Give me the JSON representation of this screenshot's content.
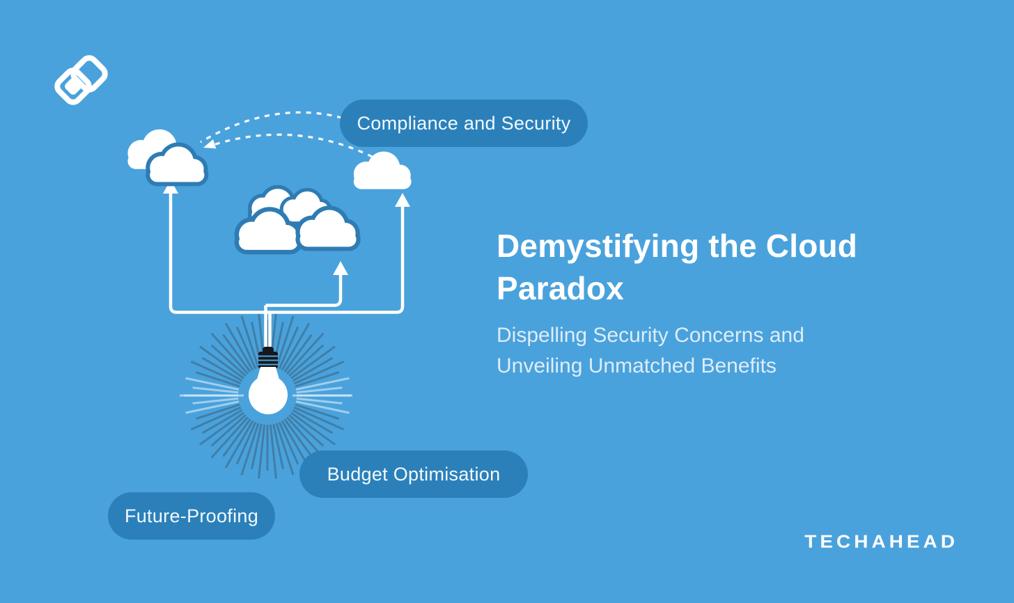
{
  "colors": {
    "background": "#4aa2dc",
    "badge": "#2b80ba",
    "cloud_outline": "#2e7cb3",
    "ray": "#35596f",
    "title_text": "#ffffff",
    "subtitle_text": "#ddedf9",
    "badge_text": "#f2fafd"
  },
  "badges": [
    {
      "id": "compliance",
      "label": "Compliance and Security"
    },
    {
      "id": "budget",
      "label": "Budget Optimisation"
    },
    {
      "id": "future",
      "label": "Future-Proofing"
    }
  ],
  "title": {
    "line1": "Demystifying the Cloud",
    "line2": "Paradox"
  },
  "subtitle": {
    "line1": "Dispelling Security Concerns and",
    "line2": "Unveiling Unmatched Benefits"
  },
  "brand": {
    "wordmark": "TECHAHEAD"
  },
  "icons": {
    "logo": "interlocked-rounded-squares-icon",
    "cloud": "cloud-icon",
    "bulb": "lightbulb-icon",
    "arrow": "up-arrow-icon",
    "arc": "dashed-arc-arrow-icon"
  }
}
